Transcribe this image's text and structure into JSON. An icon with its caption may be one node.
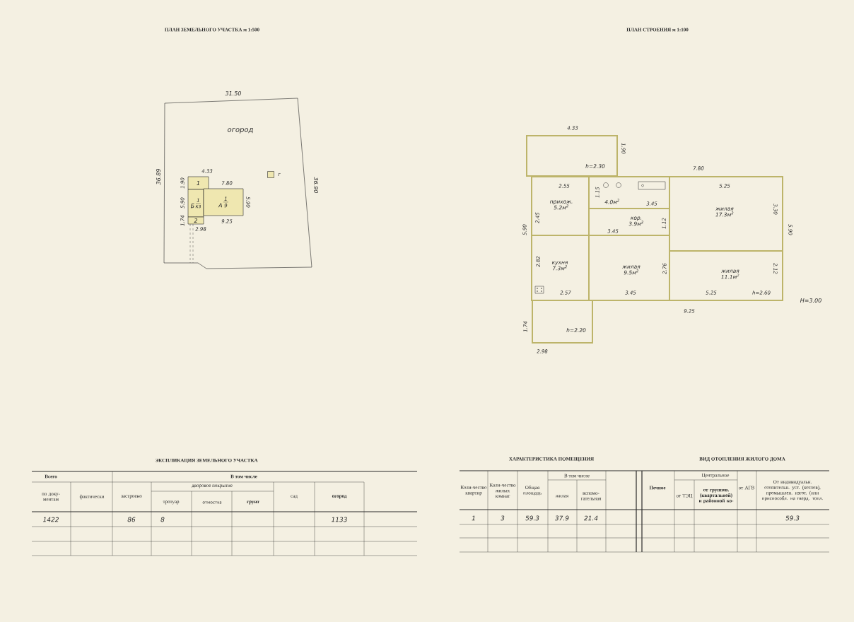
{
  "diagram": {
    "title": "ПЛАН ЗЕМЕЛЬНОГО УЧАСТКА м 1:500",
    "nodes": [
      {
        "text": [
          "огород"
        ]
      },
      {
        "text": [
          "1"
        ],
        "in": 0
      },
      {
        "text": [
          "Б",
          "1",
          "кз"
        ],
        "in": 0
      },
      {
        "text": [
          "2"
        ],
        "in": 0
      },
      {
        "text": [
          "А",
          "1",
          "9"
        ],
        "in": 0
      },
      {
        "text": [],
        "shape": "box",
        "in": 0,
        "beside": [
          "г"
        ]
      },
      {
        "text": [
          "h=2.30"
        ]
      },
      {
        "text": [
          "прихож.",
          "5.2м$^{2}$"
        ]
      },
      {
        "text": [
          "4.0м$^{2}$"
        ]
      },
      {
        "text": [
          "кор.",
          "3.9м$^{2}$"
        ]
      },
      {
        "text": [
          "жилая",
          "17.3м$^{2}$"
        ]
      },
      {
        "text": [
          "кухня",
          "7.3м$^{2}$"
        ]
      },
      {
        "text": [
          "жилая",
          "9.5м$^{2}$"
        ]
      },
      {
        "text": [
          "жилая",
          "11.1м$^{2}$"
        ]
      },
      {
        "text": [
          "h=2.20"
        ]
      }
    ],
    "labels": [
      "ПЛАН СТРОЕНИЯ м 1:100",
      "31.50",
      "36.89",
      "36.90",
      "4.33",
      "1.90",
      "7.80",
      "5.90",
      "5.90",
      "1.74",
      "9.25",
      "2.98",
      "4.33",
      "1.90",
      "2.55",
      "7.80",
      "5.25",
      "1.15",
      "3.45",
      "2.45",
      "1.12",
      "3.45",
      "3.30",
      "5.90",
      "5.90",
      "2.82",
      "2.76",
      "2.12",
      "2.57",
      "3.45",
      "5.25",
      "h=2.60",
      "Н=3.00",
      "9.25",
      "1.74",
      "2.98",
      "ЭКСПЛИКАЦИЯ ЗЕМЕЛЬНОГО УЧАСТКА",
      "ХАРАКТЕРИСТИКА ПОМЕЩЕНИЯ",
      "ВИД ОТОПЛЕНИЯ ЖИЛОГО ДОМА",
      "Всего",
      "В том числе",
      "по доку-ментам",
      "фактически",
      "застроено",
      "дворовое покрытие",
      "тротуар",
      "отмостка",
      "грунт",
      "сад",
      "огород",
      "1422",
      "86",
      "8",
      "1133",
      "Коли-чество квартир",
      "Коли-чество жилых комнат",
      "Общая площадь",
      "В том числе",
      "жилая",
      "вспомо-гательная",
      "Печное",
      "Центральное",
      "от ТЭЦ",
      "от группов. (квартальной) и районной ко-",
      "от АГВ",
      "От индивидуальн. отопительн. уст. (котлов), промышлен. изгот. (или приспособл. на тверд. топл.",
      "1",
      "3",
      "59.3",
      "37.9",
      "21.4",
      "59.3"
    ]
  }
}
